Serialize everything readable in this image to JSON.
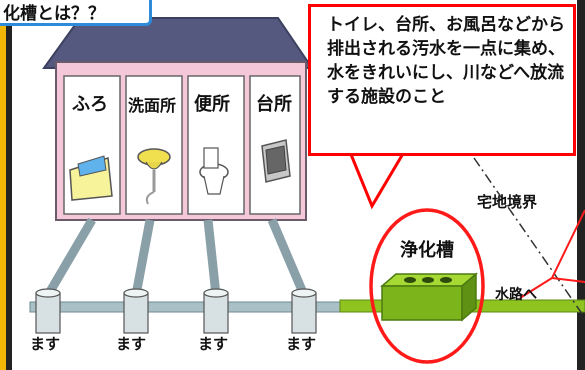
{
  "title": "化槽とは？？",
  "callout_text": "トイレ、台所、お風呂などから排出される汚水を一点に集め、水をきれいにし、川などへ放流する施設のこと",
  "rooms": [
    "ふろ",
    "洗面所",
    "便所",
    "台所"
  ],
  "masu_labels": [
    "ます",
    "ます",
    "ます",
    "ます"
  ],
  "tank_label": "浄化槽",
  "boundary_label": "宅地境界",
  "waterway_label": "水路へ",
  "colors": {
    "callout_border": "#ff0000",
    "title_border": "#2e8bdc",
    "roof": "#55597f",
    "wall": "#f4c7d9",
    "tank": "#7cb41c",
    "pipe": "#a9c0c6"
  }
}
